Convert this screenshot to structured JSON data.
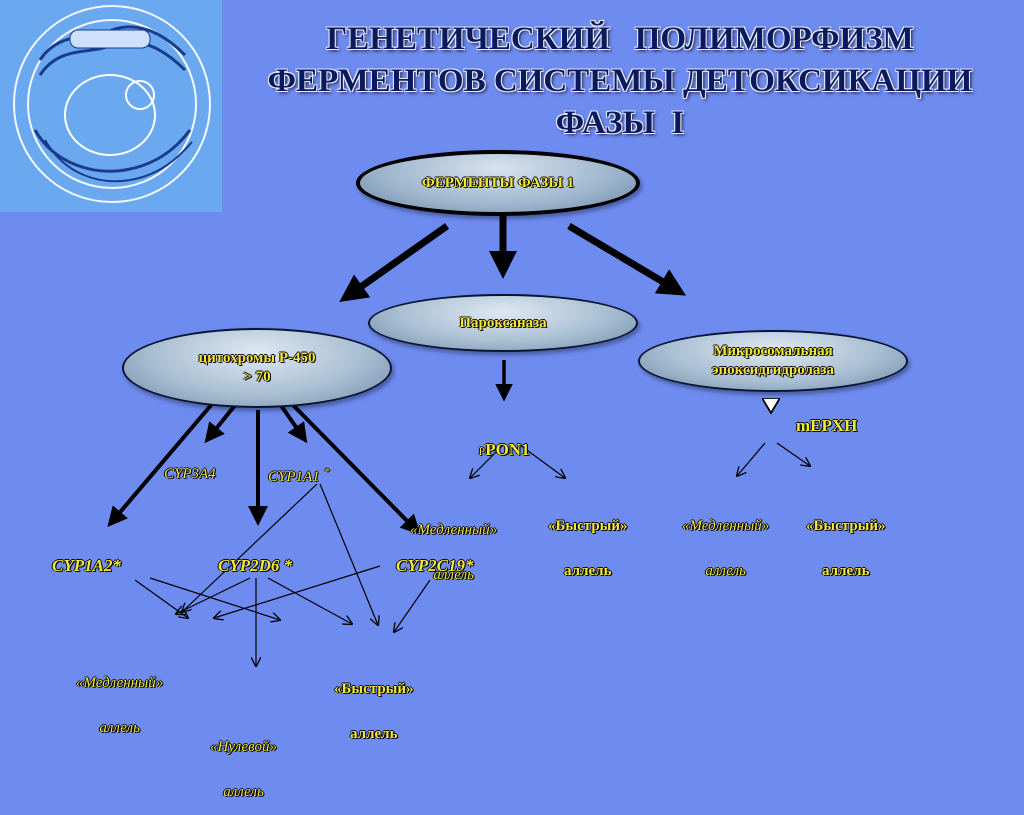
{
  "title": {
    "line1": "ГЕНЕТИЧЕСКИЙ   ПОЛИМОРФИЗМ",
    "line2": "ФЕРМЕНТОВ СИСТЕМЫ ДЕТОКСИКАЦИИ",
    "line3": "ФАЗЫ  I"
  },
  "nodes": {
    "phase1": "ФЕРМЕНТЫ  ФАЗЫ 1",
    "paraoxonase": "Пароксаназа",
    "cytochrome_line1": "цитохромы Р-450",
    "cytochrome_line2": "> 70",
    "microsomal_line1": "Микросомальная",
    "microsomal_line2": "эпоксидгидролаза"
  },
  "genes": {
    "pon1_prefix": "Р",
    "pon1": "PON1",
    "mephx": "mEPXH",
    "cyp3a4": "CYP3A4",
    "cyp1a1": "CYP1A1",
    "cyp1a1_mark": "*",
    "cyp1a2": "CYP1A2*",
    "cyp2d6": "CYP2D6 *",
    "cyp2c19": "CYP2C19*"
  },
  "alleles": {
    "pon_slow_1": "«Медленный»",
    "pon_slow_2": "аллель",
    "pon_fast_1": "«Быстрый»",
    "pon_fast_2": "аллель",
    "ep_slow_1": "«Медленный»",
    "ep_slow_2": "аллель",
    "ep_fast_1": "«Быстрый»",
    "ep_fast_2": "аллель",
    "cyp_slow_1": "«Медленный»",
    "cyp_slow_2": "аллель",
    "cyp_fast_1": "«Быстрый»",
    "cyp_fast_2": "аллель",
    "cyp_null_1": "«Нулевой»",
    "cyp_null_2": "аллель"
  },
  "colors": {
    "background": "#6e8bf0",
    "title_text": "#0a1a5c",
    "node_text": "#f4e93a",
    "allele_text": "#f4e93a",
    "arrows": "#000000"
  }
}
